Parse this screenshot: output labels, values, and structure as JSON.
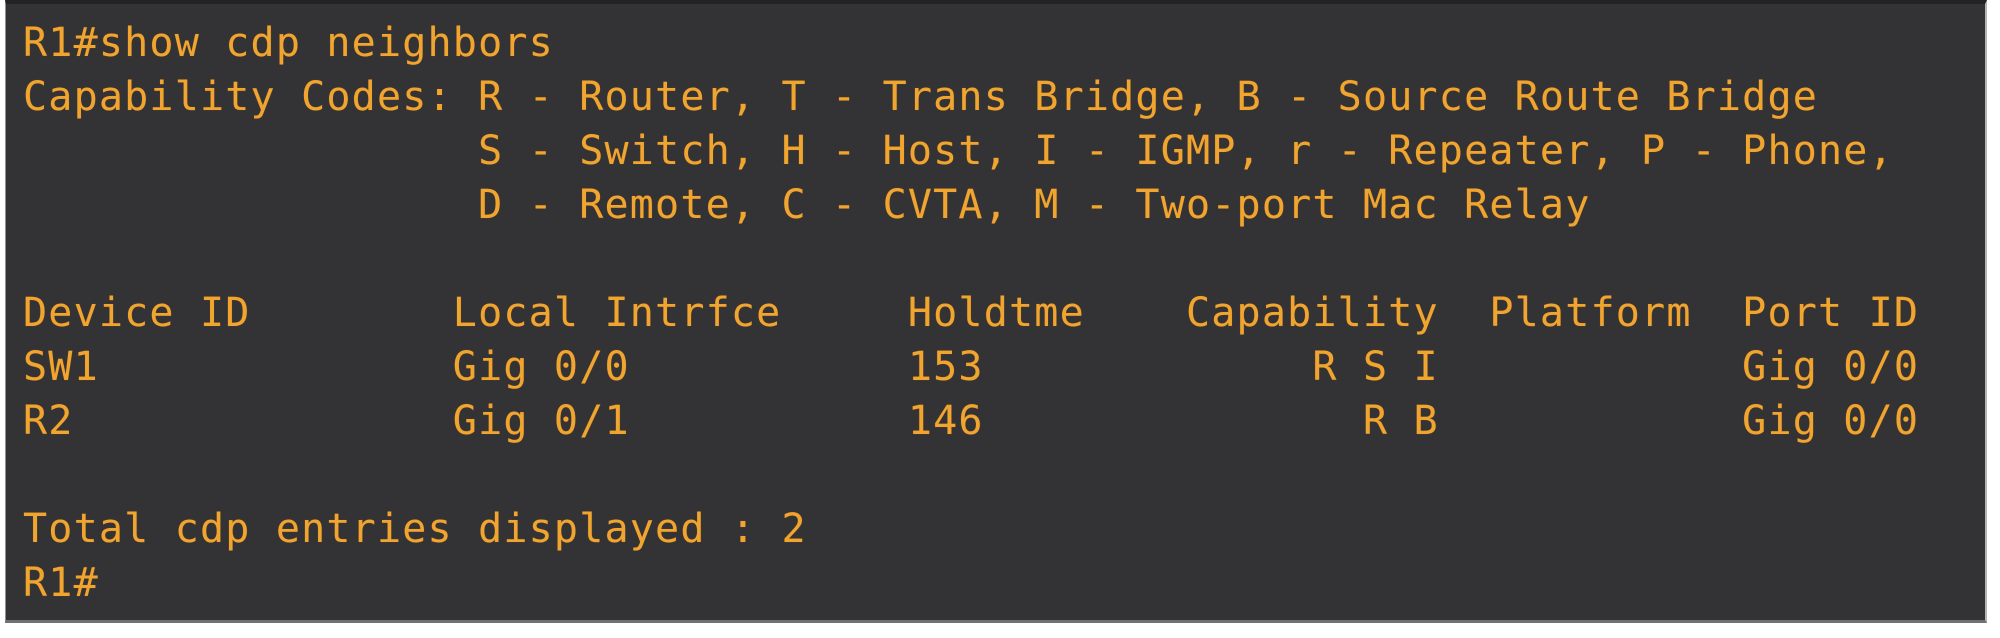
{
  "colors": {
    "page_background": "#ffffff",
    "terminal_background": "#333234",
    "terminal_text": "#efa530"
  },
  "cli": {
    "prompt": "R1#",
    "command": "show cdp neighbors"
  },
  "terminal": {
    "lines": [
      "R1#show cdp neighbors",
      "Capability Codes: R - Router, T - Trans Bridge, B - Source Route Bridge",
      "                  S - Switch, H - Host, I - IGMP, r - Repeater, P - Phone,",
      "                  D - Remote, C - CVTA, M - Two-port Mac Relay",
      "",
      "Device ID        Local Intrfce     Holdtme    Capability  Platform  Port ID",
      "SW1              Gig 0/0           153             R S I            Gig 0/0",
      "R2               Gig 0/1           146               R B            Gig 0/0",
      "",
      "Total cdp entries displayed : 2",
      "R1#"
    ]
  },
  "capability_codes": {
    "R": "Router",
    "T": "Trans Bridge",
    "B": "Source Route Bridge",
    "S": "Switch",
    "H": "Host",
    "I": "IGMP",
    "r": "Repeater",
    "P": "Phone",
    "D": "Remote",
    "C": "CVTA",
    "M": "Two-port Mac Relay"
  },
  "neighbors_table": {
    "headers": [
      "Device ID",
      "Local Intrfce",
      "Holdtme",
      "Capability",
      "Platform",
      "Port ID"
    ],
    "rows": [
      {
        "device_id": "SW1",
        "local_intrfce": "Gig 0/0",
        "holdtme": "153",
        "capability": "R S I",
        "platform": "",
        "port_id": "Gig 0/0"
      },
      {
        "device_id": "R2",
        "local_intrfce": "Gig 0/1",
        "holdtme": "146",
        "capability": "R B",
        "platform": "",
        "port_id": "Gig 0/0"
      }
    ]
  },
  "summary": {
    "total_entries_text": "Total cdp entries displayed : 2",
    "total_entries": 2
  }
}
